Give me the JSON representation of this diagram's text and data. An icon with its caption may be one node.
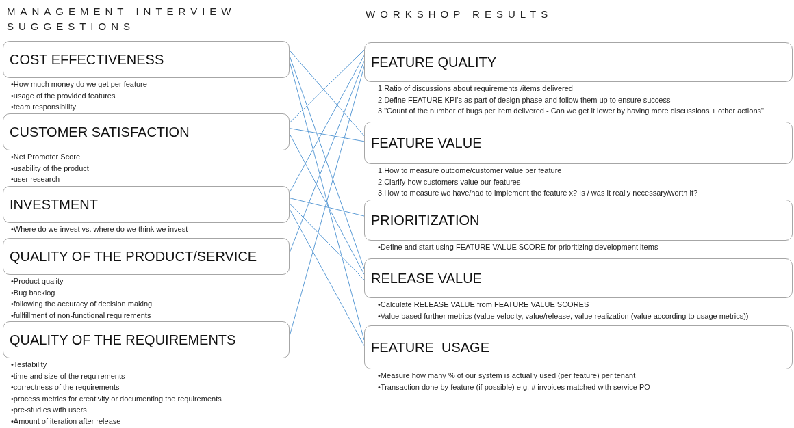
{
  "diagram": {
    "nodes": [
      {
        "text": [
          "COST EFFECTIVENESS"
        ],
        "beside": [
          "•How much money do we get per feature",
          "•usage of the provided features",
          "•team responsibility"
        ]
      },
      {
        "text": [
          "CUSTOMER SATISFACTION"
        ],
        "beside": [
          "•Net Promoter Score",
          "•usability of the product",
          "•user research"
        ]
      },
      {
        "text": [
          "INVESTMENT"
        ],
        "beside": [
          "•Where do we invest vs. where do we think we invest"
        ]
      },
      {
        "text": [
          "QUALITY OF THE PRODUCT/SERVICE"
        ],
        "beside": [
          "•Product quality",
          "•Bug backlog",
          "•following the accuracy of decision making",
          "•fullfillment of non-functional requirements"
        ]
      },
      {
        "text": [
          "QUALITY OF THE REQUIREMENTS"
        ],
        "beside": [
          "•Testability",
          "•time and size of the requirements",
          "•correctness of the requirements",
          "•process metrics for creativity or documenting the requirements",
          "•pre-studies with users",
          "•Amount of iteration after release"
        ]
      },
      {
        "text": [
          "FEATURE QUALITY"
        ],
        "beside": [
          "1.Ratio of discussions about requirements /items delivered",
          "2.Define FEATURE KPI's as part of design phase and follow them up to ensure success",
          "3.\"Count of the number of bugs per item delivered - Can we get it lower by having more discussions + other actions\""
        ]
      },
      {
        "text": [
          "FEATURE VALUE"
        ],
        "beside": [
          "1.How to measure outcome/customer value per feature",
          "2.Clarify how customers value our features",
          "3.How to measure we have/had to implement the feature x? Is / was it really necessary/worth it?"
        ]
      },
      {
        "text": [
          "PRIORITIZATION"
        ],
        "beside": [
          "•Define and start using FEATURE VALUE SCORE for prioritizing development items"
        ]
      },
      {
        "text": [
          "RELEASE VALUE"
        ],
        "beside": [
          "•Calculate RELEASE VALUE from FEATURE VALUE SCORES",
          "•Value based further metrics (value velocity, value/release, value realization (value according to usage metrics))"
        ]
      },
      {
        "text": [
          "FEATURE  USAGE"
        ],
        "beside": [
          "•Measure how many % of our system is actually used (per feature) per tenant",
          "•Transaction done by feature (if possible) e.g. # invoices matched with service PO"
        ]
      }
    ],
    "edges": [
      {
        "from": 0,
        "to": 6,
        "arrow": "none"
      },
      {
        "from": 0,
        "to": 8,
        "arrow": "none"
      },
      {
        "from": 0,
        "to": 9,
        "arrow": "none"
      },
      {
        "from": 1,
        "to": 5,
        "arrow": "none"
      },
      {
        "from": 1,
        "to": 6,
        "arrow": "none"
      },
      {
        "from": 1,
        "to": 8,
        "arrow": "none"
      },
      {
        "from": 2,
        "to": 5,
        "arrow": "none"
      },
      {
        "from": 2,
        "to": 7,
        "arrow": "none"
      },
      {
        "from": 2,
        "to": 8,
        "arrow": "none"
      },
      {
        "from": 2,
        "to": 9,
        "arrow": "none"
      },
      {
        "from": 3,
        "to": 5,
        "arrow": "none"
      },
      {
        "from": 4,
        "to": 5,
        "arrow": "none"
      }
    ],
    "labels": [
      "MANAGEMENT INTERVIEW SUGGESTIONS",
      "WORKSHOP RESULTS"
    ]
  }
}
